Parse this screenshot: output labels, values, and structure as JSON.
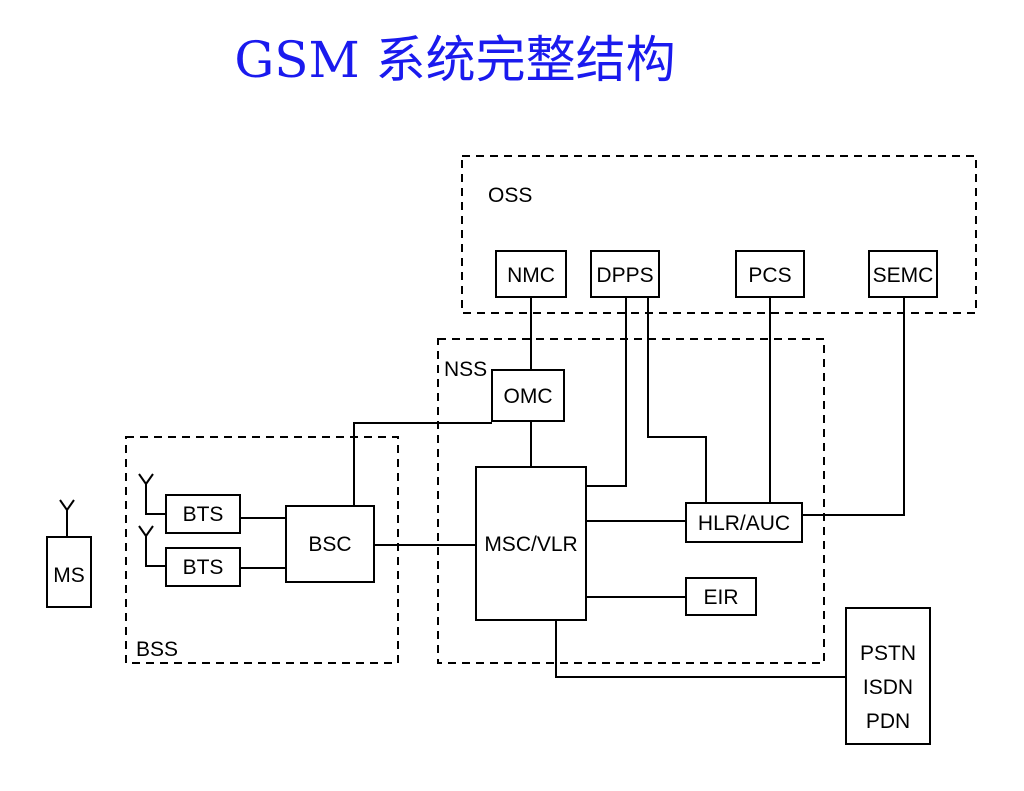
{
  "title": "GSM  系统完整结构",
  "groups": {
    "oss": "OSS",
    "nss": "NSS",
    "bss": "BSS"
  },
  "nodes": {
    "nmc": "NMC",
    "dpps": "DPPS",
    "pcs": "PCS",
    "semc": "SEMC",
    "omc": "OMC",
    "msc_vlr": "MSC/VLR",
    "hlr_auc": "HLR/AUC",
    "eir": "EIR",
    "bts1": "BTS",
    "bts2": "BTS",
    "bsc": "BSC",
    "ms": "MS",
    "external": [
      "PSTN",
      "ISDN",
      "PDN"
    ]
  },
  "colors": {
    "title": "#1a1aee"
  }
}
